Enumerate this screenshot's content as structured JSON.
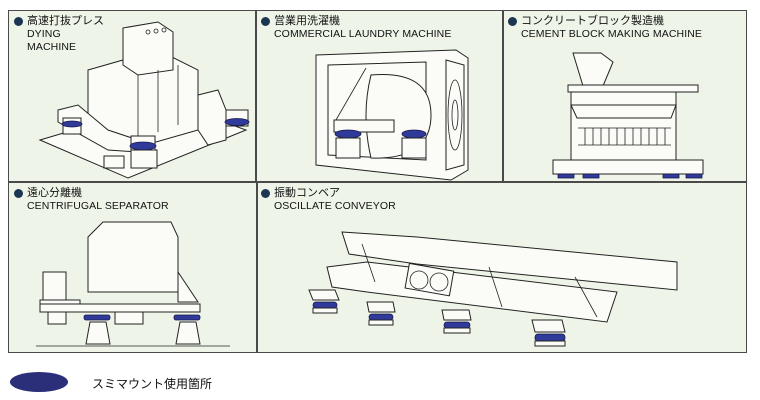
{
  "panels": [
    {
      "id": "dying",
      "title_jp": "高速打抜プレス",
      "title_en_line1": "DYING",
      "title_en_line2": "MACHINE"
    },
    {
      "id": "laundry",
      "title_jp": "営業用洗濯機",
      "title_en_line1": "COMMERCIAL LAUNDRY  MACHINE"
    },
    {
      "id": "cement",
      "title_jp": "コンクリートブロック製造機",
      "title_en_line1": "CEMENT BLOCK MAKING MACHINE"
    },
    {
      "id": "centrifugal",
      "title_jp": "遠心分離機",
      "title_en_line1": "CENTRIFUGAL SEPARATOR"
    },
    {
      "id": "conveyor",
      "title_jp": "振動コンベア",
      "title_en_line1": "OSCILLATE CONVEYOR"
    }
  ],
  "legend": {
    "label": "スミマウント使用箇所",
    "color": "#2b2f7a"
  },
  "colors": {
    "panel_background": "#eef5e8",
    "mount": "#2f3a9a",
    "bullet": "#1c3550"
  }
}
